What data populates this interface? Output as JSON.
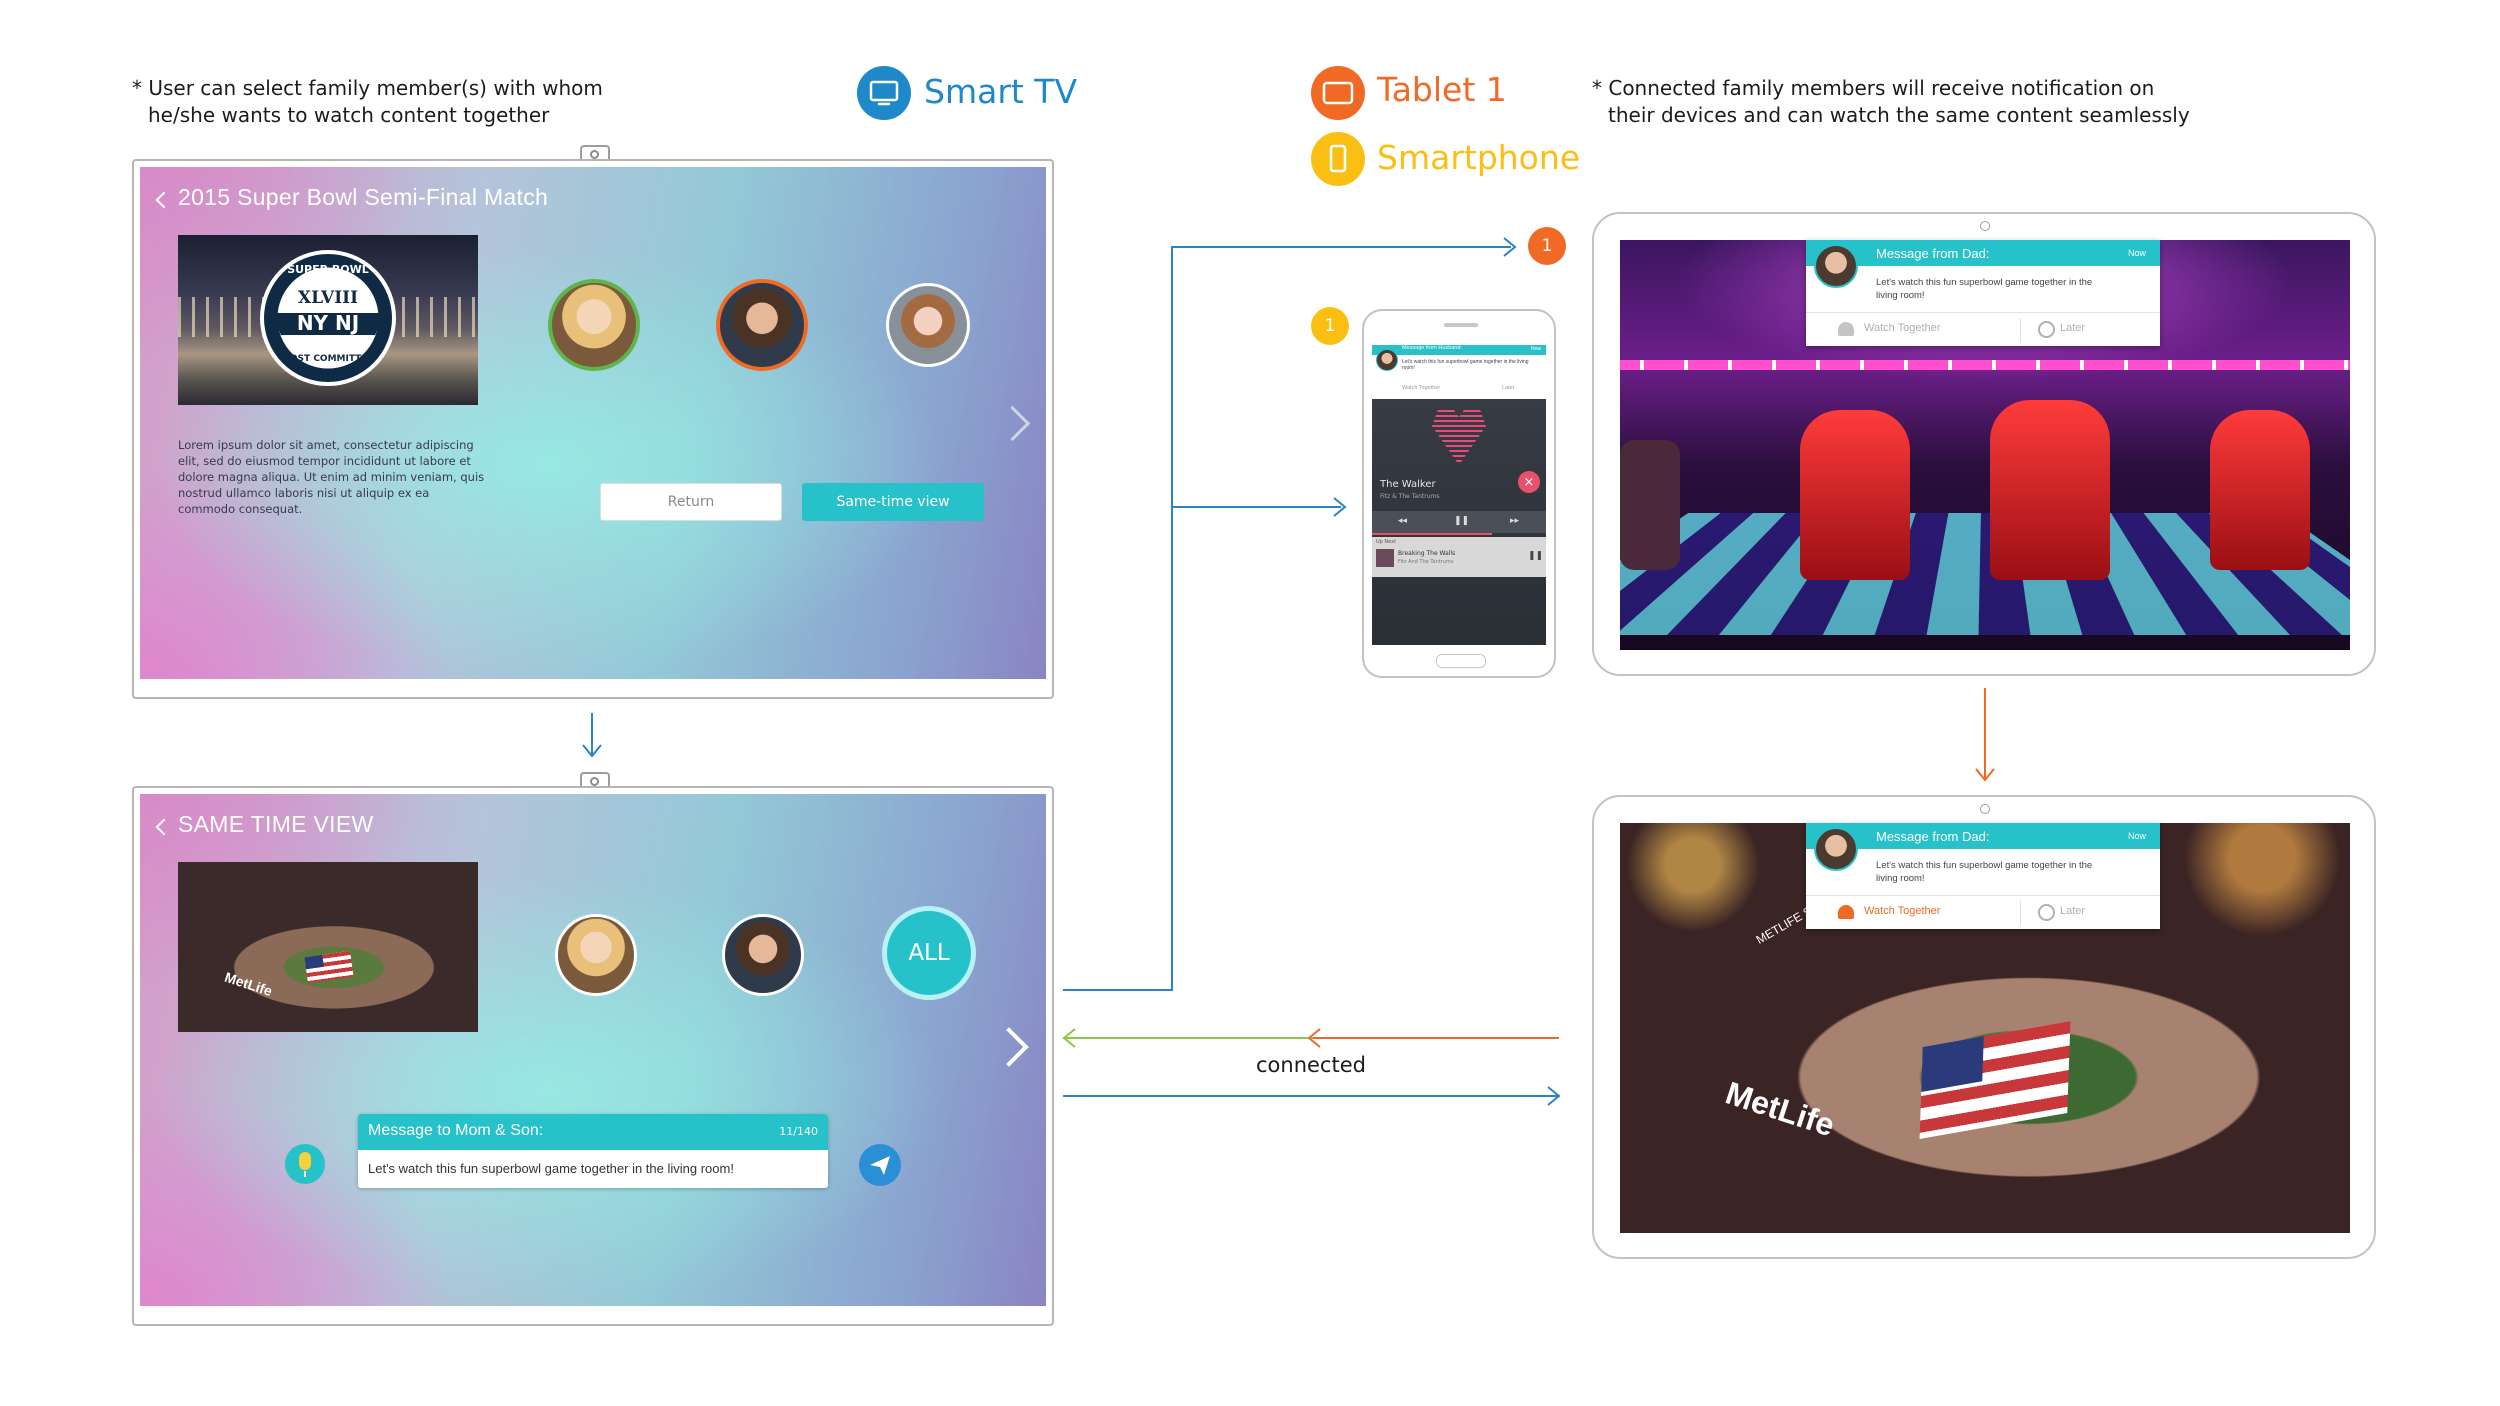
{
  "annotations": {
    "left_note": [
      "* User can select family member(s) with whom",
      "he/she wants to watch content together"
    ],
    "right_note": [
      "* Connected family members will receive notification on",
      "their devices and can watch the same content seamlessly"
    ]
  },
  "devices": {
    "smart_tv": {
      "label": "Smart TV",
      "color": "#1e88c8"
    },
    "tablet": {
      "label": "Tablet 1",
      "color": "#f06a25"
    },
    "smartphone": {
      "label": "Smartphone",
      "color": "#fbbf14"
    }
  },
  "tv1": {
    "title": "2015 Super Bowl Semi-Final Match",
    "logo_text": [
      "SUPER BOWL",
      "XLVIII",
      "NY NJ",
      "HOST COMMITTEE"
    ],
    "description": "Lorem ipsum dolor sit amet, consectetur adipiscing elit, sed do eiusmod tempor incididunt ut labore et dolore magna aliqua. Ut enim ad minim veniam, quis nostrud ullamco laboris nisi ut aliquip ex ea commodo consequat.",
    "return_label": "Return",
    "same_time_label": "Same-time view"
  },
  "tv2": {
    "title": "SAME TIME VIEW",
    "all_label": "ALL",
    "banner_text": "MetLife",
    "message_title": "Message to Mom & Son:",
    "message_count": "11/140",
    "message_text": "Let's watch this fun superbowl game together in the living room!"
  },
  "connection": {
    "label": "connected",
    "green": "#8dc63f",
    "orange": "#f06a25",
    "blue": "#2a84c4"
  },
  "phone": {
    "badge": "1",
    "notif_title": "Message from Husband:",
    "notif_time": "Now",
    "notif_text": "Let's watch this fun superbowl game together in the living room!",
    "watch": "Watch Together",
    "later": "Later",
    "song": "The Walker",
    "artist": "Fitz & The Tantrums",
    "up_next": "Up Next",
    "next_song": "Breaking The Walls",
    "next_artist": "Fitz And The Tantrums"
  },
  "tablet1": {
    "badge": "1",
    "notif_title": "Message from Dad:",
    "notif_time": "Now",
    "notif_text": "Let's watch this fun superbowl game together in the living room!",
    "watch": "Watch Together",
    "later": "Later"
  },
  "tablet2": {
    "notif_title": "Message from Dad:",
    "notif_time": "Now",
    "notif_text": "Let's watch this fun superbowl game together in the living room!",
    "watch": "Watch Together",
    "later": "Later",
    "banner_text": "MetLife",
    "stadium_text": "METLIFE STADIUM"
  }
}
